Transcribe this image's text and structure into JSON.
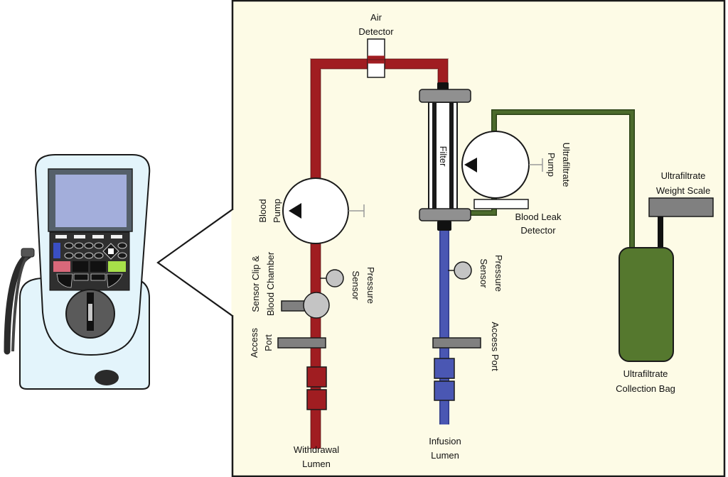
{
  "labels": {
    "air_detector_1": "Air",
    "air_detector_2": "Detector",
    "filter": "Filter",
    "ultrafiltrate_pump_1": "Ultrafiltrate",
    "ultrafiltrate_pump_2": "Pump",
    "uf_weight_scale_1": "Ultrafiltrate",
    "uf_weight_scale_2": "Weight Scale",
    "blood_pump_1": "Blood",
    "blood_pump_2": "Pump",
    "blood_leak_detector_1": "Blood Leak",
    "blood_leak_detector_2": "Detector",
    "sensor_clip_1": "Sensor Clip &",
    "sensor_clip_2": "Blood Chamber",
    "pressure_sensor_left_1": "Pressure",
    "pressure_sensor_left_2": "Sensor",
    "pressure_sensor_right_1": "Pressure",
    "pressure_sensor_right_2": "Sensor",
    "access_port_left_1": "Access",
    "access_port_left_2": "Port",
    "access_port_right": "Access Port",
    "uf_collection_bag_1": "Ultrafiltrate",
    "uf_collection_bag_2": "Collection Bag",
    "withdrawal_lumen_1": "Withdrawal",
    "withdrawal_lumen_2": "Lumen",
    "infusion_lumen_1": "Infusion",
    "infusion_lumen_2": "Lumen"
  },
  "colors": {
    "panel_background": "#fdfbe6",
    "blood_line": "#a01d21",
    "return_line": "#4a57b3",
    "ultrafiltrate_line": "#4c6b2c",
    "bag_fill": "#55782e",
    "device_body": "#e3f4fb",
    "device_screen": "#a3aedb",
    "gray_component": "#808080"
  }
}
